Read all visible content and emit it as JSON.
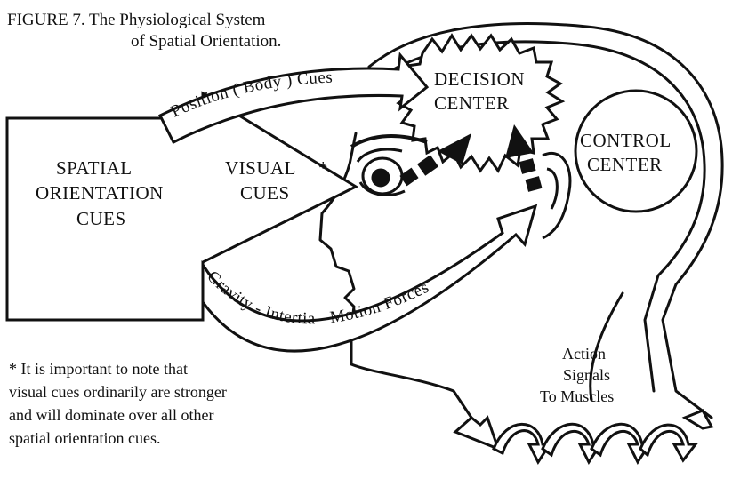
{
  "figure": {
    "caption_line1": "FIGURE 7.  The Physiological System",
    "caption_line2": "of Spatial Orientation."
  },
  "labels": {
    "spatial_cues": [
      "SPATIAL",
      "ORIENTATION",
      "CUES"
    ],
    "visual_cues": [
      "VISUAL",
      "CUES"
    ],
    "visual_asterisk": "*",
    "decision_center": [
      "DECISION",
      "CENTER"
    ],
    "control_center": [
      "CONTROL",
      "CENTER"
    ],
    "position_arrow": "Position ( Body ) Cues",
    "gravity_arrow": "Gravity - Intertia - Motion Forces",
    "action_signals": [
      "Action",
      "Signals",
      "To Muscles"
    ]
  },
  "footnote": [
    "* It is important to note that",
    "visual cues ordinarily are stronger",
    "and will dominate over all other",
    "spatial orientation cues."
  ]
}
